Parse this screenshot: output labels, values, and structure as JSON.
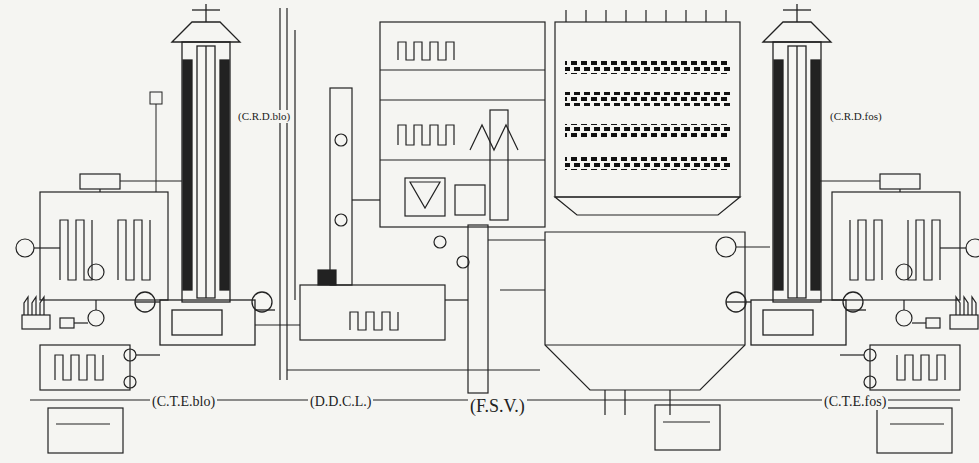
{
  "diagram": {
    "labels": [
      "(C.R.D.blo)",
      "(C.R.D.fos)",
      "(C.T.E.blo)",
      "(D.D.C.L.)",
      "(F.S.V.)",
      "(C.T.E.fos)"
    ]
  }
}
